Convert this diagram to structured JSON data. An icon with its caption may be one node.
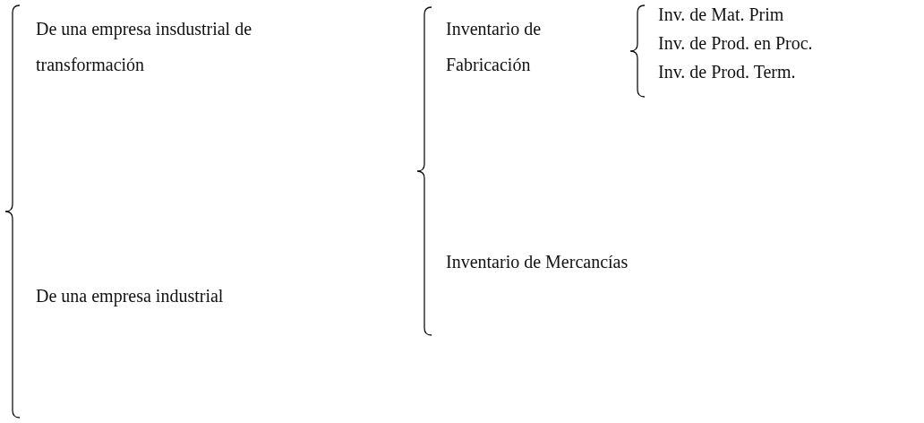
{
  "diagram": {
    "labels": [
      "De una empresa insdustrial de transformación",
      "Inventario de Fabricación",
      "Inv. de Mat. Prim",
      "Inv. de Prod. en Proc.",
      "Inv. de Prod. Term.",
      "Inventario de Mercancías",
      "De una empresa industrial"
    ]
  }
}
